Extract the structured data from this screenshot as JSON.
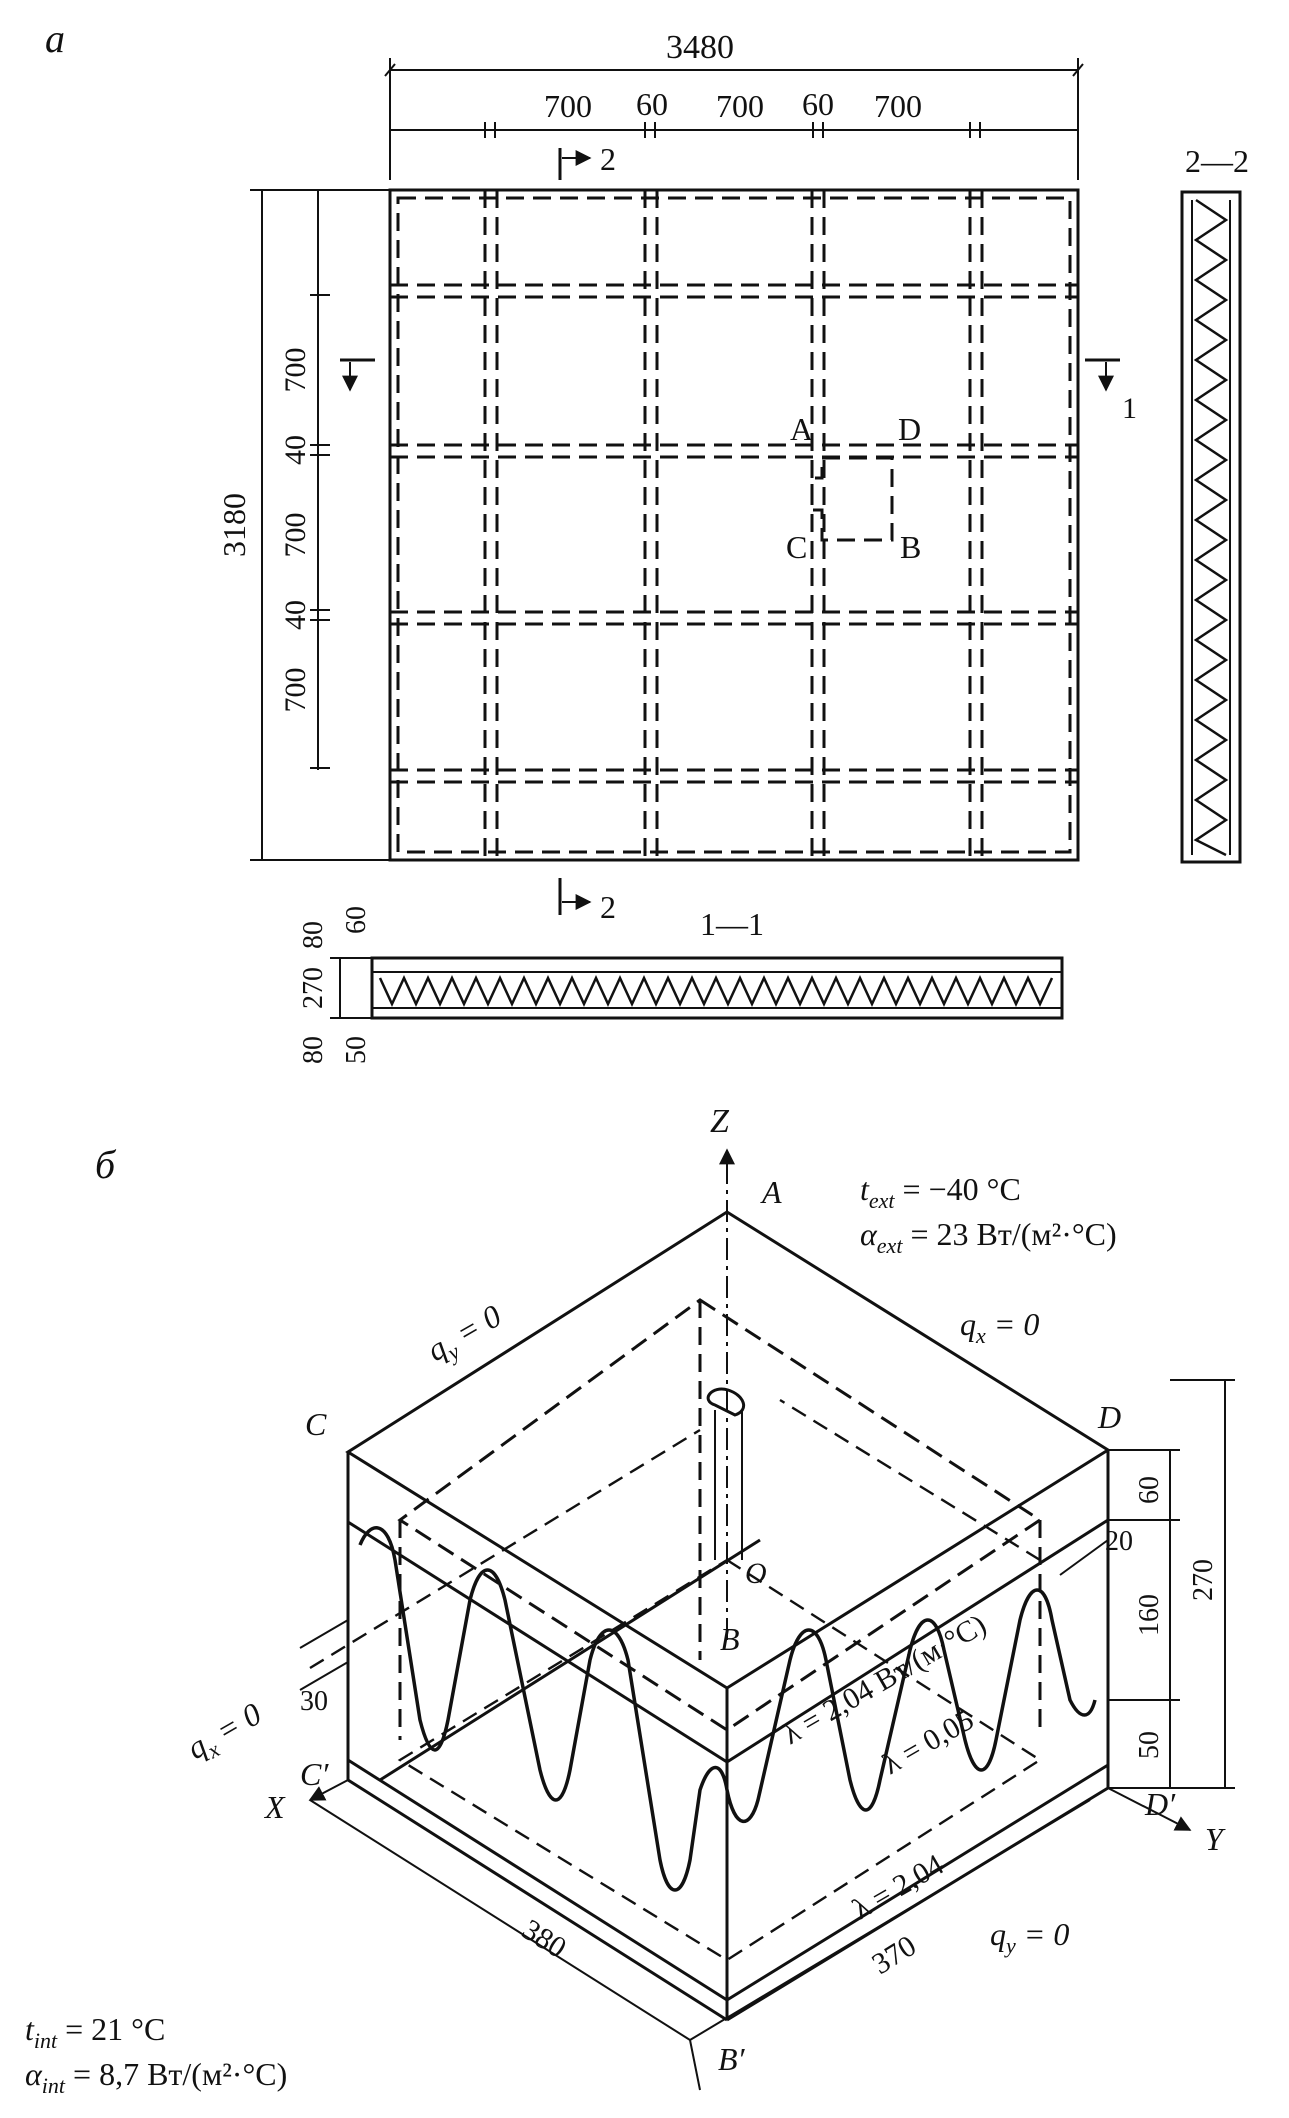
{
  "panel_a": {
    "label": "а",
    "dims": {
      "total_width": "3480",
      "col_w1": "700",
      "gap1": "60",
      "col_w2": "700",
      "gap2": "60",
      "col_w3": "700",
      "total_height": "3180",
      "row_h1": "700",
      "row_gap1": "40",
      "row_h2": "700",
      "row_gap2": "40",
      "row_h3": "700"
    },
    "section_marks": {
      "mark_2": "2",
      "mark_1": "1"
    },
    "fragment_corners": {
      "A": "A",
      "D": "D",
      "C": "C",
      "B": "B"
    },
    "section_2_2": {
      "title": "2—2"
    },
    "section_1_1": {
      "title": "1—1",
      "d80a": "80",
      "d60": "60",
      "d270": "270",
      "d80b": "80",
      "d50": "50"
    }
  },
  "panel_b": {
    "label": "б",
    "axes": {
      "z": "Z",
      "x": "X",
      "y": "Y"
    },
    "points": {
      "A": "A",
      "C": "C",
      "D": "D",
      "O": "O",
      "B": "B",
      "Cp": "C′",
      "Dp": "D′",
      "Bp": "B′"
    },
    "ext_temp": "t",
    "ext_temp_sub": "ext",
    "ext_temp_val": " = −40 °C",
    "ext_alpha": "α",
    "ext_alpha_sub": "ext",
    "ext_alpha_val": " = 23 Вт/(м²·°С)",
    "int_temp": "t",
    "int_temp_sub": "int",
    "int_temp_val": " = 21 °C",
    "int_alpha": "α",
    "int_alpha_sub": "int",
    "int_alpha_val": " = 8,7 Вт/(м²·°С)",
    "bc": {
      "qy_top": "q",
      "qy_top_sub": "y",
      "qy_top_val": " = 0",
      "qx_top": "q",
      "qx_top_sub": "x",
      "qx_top_val": " = 0",
      "qx_left": "q",
      "qx_left_sub": "x",
      "qx_left_val": " = 0",
      "qy_bottom": "q",
      "qy_bottom_sub": "y",
      "qy_bottom_val": " = 0"
    },
    "lambda": {
      "top": "λ = 2,04 Вт/(м·°С)",
      "mid": "λ = 0,05",
      "bottom": "λ = 2,04"
    },
    "dims": {
      "d60": "60",
      "d20": "20",
      "d270": "270",
      "d160": "160",
      "d50": "50",
      "d30": "30",
      "d380": "380",
      "d370": "370"
    }
  }
}
